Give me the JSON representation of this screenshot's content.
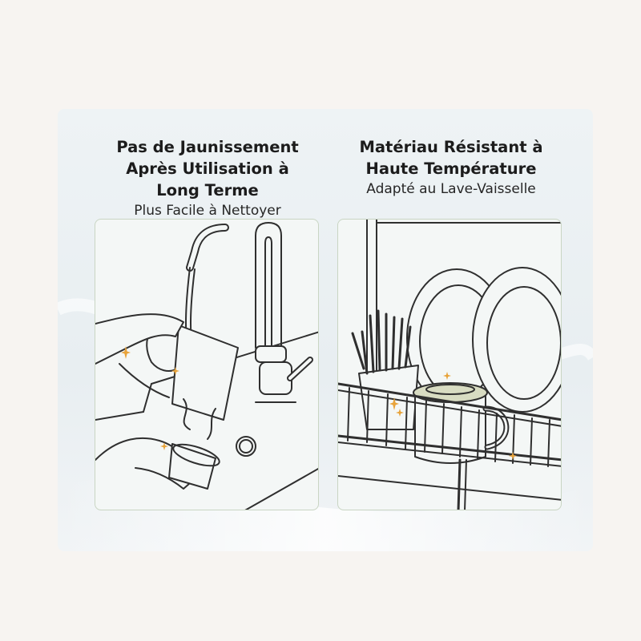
{
  "left_feature": {
    "title": "Pas de Jaunissement\nAprès Utilisation à\nLong Terme",
    "subtitle": "Plus Facile à Nettoyer",
    "illustration_icon": "sink-faucet-cup-rinse-icon"
  },
  "right_feature": {
    "title": "Matériau Résistant à\nHaute Température",
    "subtitle": "Adapté au Lave-Vaisselle",
    "illustration_icon": "dish-rack-cup-icon"
  },
  "colors": {
    "page_background": "#f7f4f1",
    "panel_background": "#eef3f5",
    "card_border": "#c9d5c3",
    "line_art": "#2f2f2f",
    "sparkle": "#e8a33a",
    "lid_accent": "#d8dcc2"
  }
}
